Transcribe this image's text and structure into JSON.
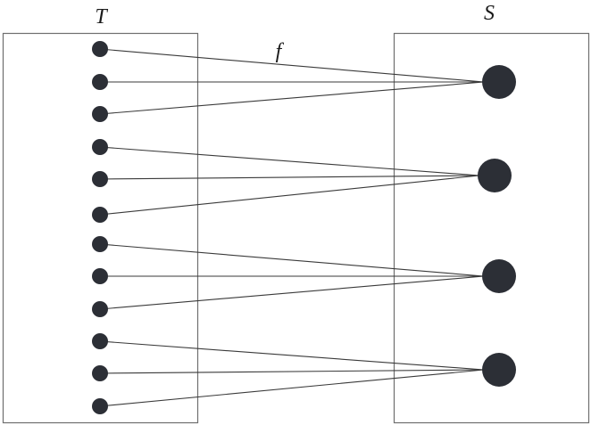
{
  "diagram": {
    "domain_set": {
      "label": "T",
      "element_count": 12
    },
    "codomain_set": {
      "label": "S",
      "element_count": 4
    },
    "function_label": "f",
    "mapping": [
      0,
      0,
      0,
      1,
      1,
      1,
      2,
      2,
      2,
      3,
      3,
      3
    ],
    "colors": {
      "dot": "#2c2f36",
      "edge": "#3a3a3a",
      "box": "#6f6f6f"
    }
  }
}
